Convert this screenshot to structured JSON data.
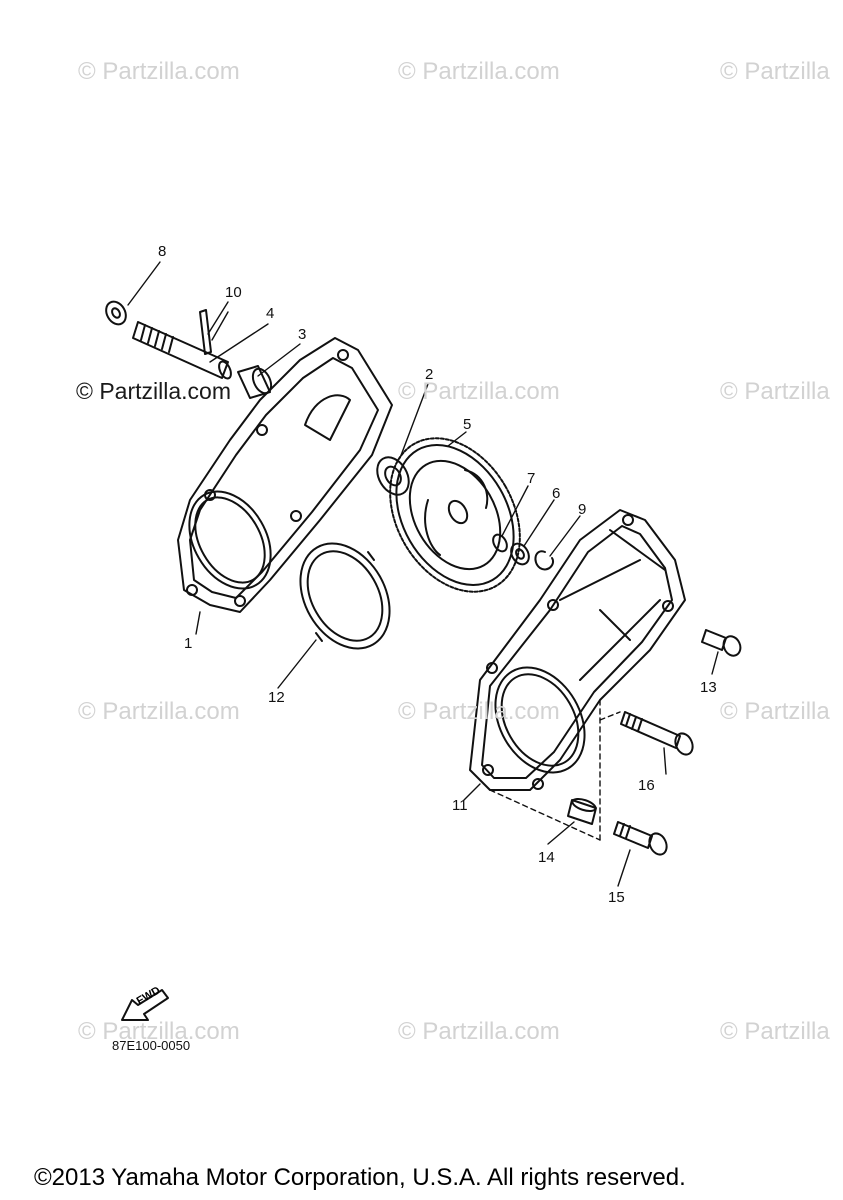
{
  "watermarks": [
    "© Partzilla.com",
    "© Partzilla.com",
    "© Partzilla",
    "© Partzilla.com",
    "© Partzilla.com",
    "© Partzilla",
    "© Partzilla.com",
    "© Partzilla.com",
    "© Partzilla",
    "© Partzilla.com",
    "© Partzilla.com",
    "© Partzilla"
  ],
  "callouts": [
    "1",
    "2",
    "3",
    "4",
    "5",
    "6",
    "7",
    "8",
    "9",
    "10",
    "11",
    "12",
    "13",
    "14",
    "15",
    "16"
  ],
  "fwd_label": "FWD",
  "part_code": "87E100-0050",
  "copyright": "©2013 Yamaha Motor Corporation, U.S.A. All rights reserved."
}
